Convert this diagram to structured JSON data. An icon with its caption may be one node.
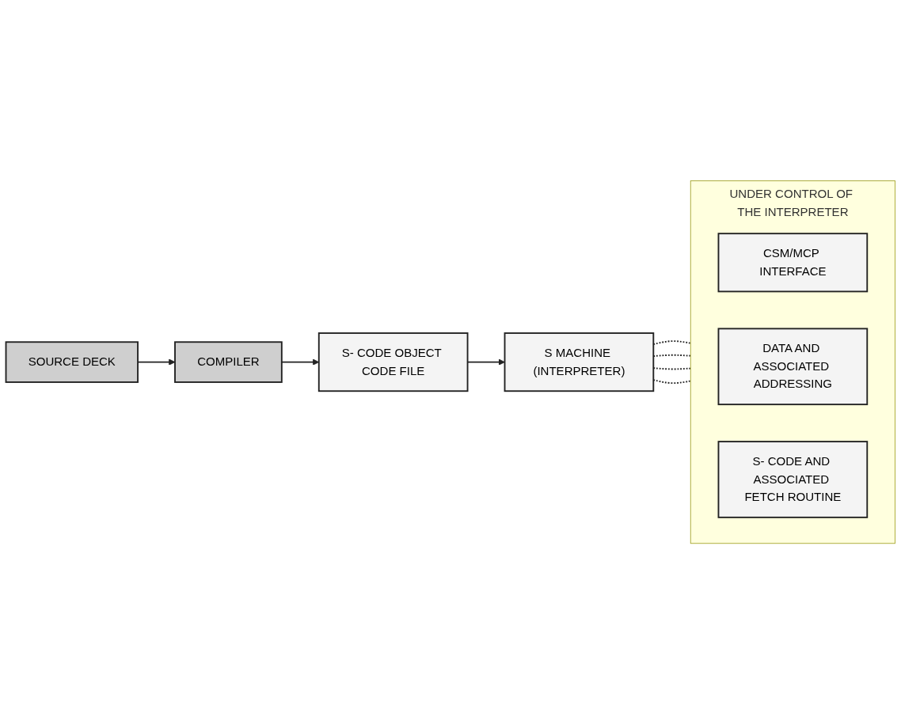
{
  "diagram": {
    "nodes": [
      {
        "text": [
          "SOURCE DECK"
        ]
      },
      {
        "text": [
          "COMPILER"
        ]
      },
      {
        "text": [
          "S- CODE OBJECT CODE FILE"
        ]
      },
      {
        "text": [
          "S MACHINE (INTERPRETER)"
        ]
      },
      {
        "text": [
          "UNDER CONTROL OF THE INTERPRETER"
        ]
      },
      {
        "text": [
          "CSM/MCP INTERFACE"
        ],
        "in": 4
      },
      {
        "text": [
          "DATA AND ASSOCIATED ADDRESSING"
        ],
        "in": 4
      },
      {
        "text": [
          "S- CODE AND ASSOCIATED FETCH ROUTINE"
        ],
        "in": 4
      }
    ],
    "edges": [
      {
        "from": 0,
        "to": 1,
        "arrow": "to"
      },
      {
        "from": 1,
        "to": 2,
        "arrow": "to"
      },
      {
        "from": 2,
        "to": 3,
        "arrow": "to"
      },
      {
        "from": 3,
        "to": 4,
        "arrow": "none",
        "style": "dashed"
      },
      {
        "from": 3,
        "to": 4,
        "arrow": "none",
        "style": "dashed"
      },
      {
        "from": 3,
        "to": 4,
        "arrow": "none",
        "style": "dashed"
      },
      {
        "from": 3,
        "to": 4,
        "arrow": "none",
        "style": "dashed"
      }
    ]
  }
}
